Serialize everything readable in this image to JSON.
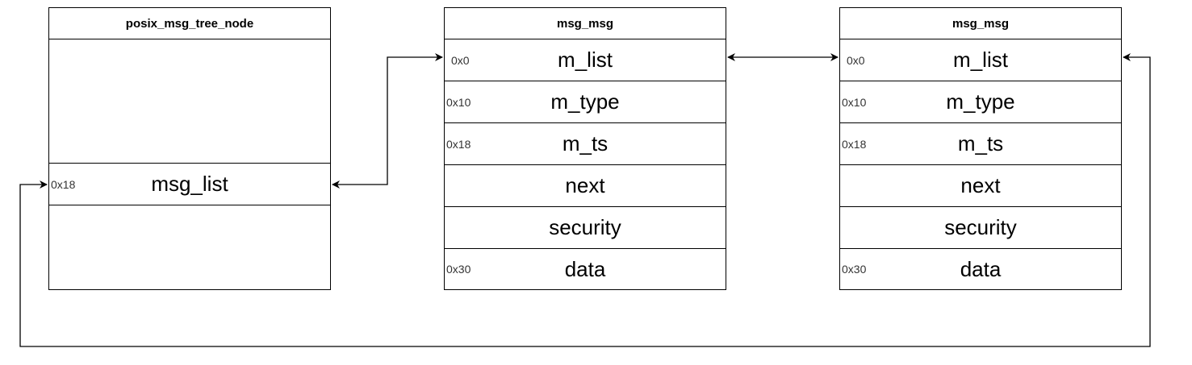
{
  "posix_node": {
    "title": "posix_msg_tree_node",
    "field": {
      "offset": "0x18",
      "name": "msg_list"
    }
  },
  "msg1": {
    "title": "msg_msg",
    "fields": [
      {
        "offset": "0x0",
        "name": "m_list"
      },
      {
        "offset": "0x10",
        "name": "m_type"
      },
      {
        "offset": "0x18",
        "name": "m_ts"
      },
      {
        "offset": "",
        "name": "next"
      },
      {
        "offset": "",
        "name": "security"
      },
      {
        "offset": "0x30",
        "name": "data"
      }
    ]
  },
  "msg2": {
    "title": "msg_msg",
    "fields": [
      {
        "offset": "0x0",
        "name": "m_list"
      },
      {
        "offset": "0x10",
        "name": "m_type"
      },
      {
        "offset": "0x18",
        "name": "m_ts"
      },
      {
        "offset": "",
        "name": "next"
      },
      {
        "offset": "",
        "name": "security"
      },
      {
        "offset": "0x30",
        "name": "data"
      }
    ]
  },
  "colors": {
    "line": "#000000",
    "background": "#ffffff"
  }
}
